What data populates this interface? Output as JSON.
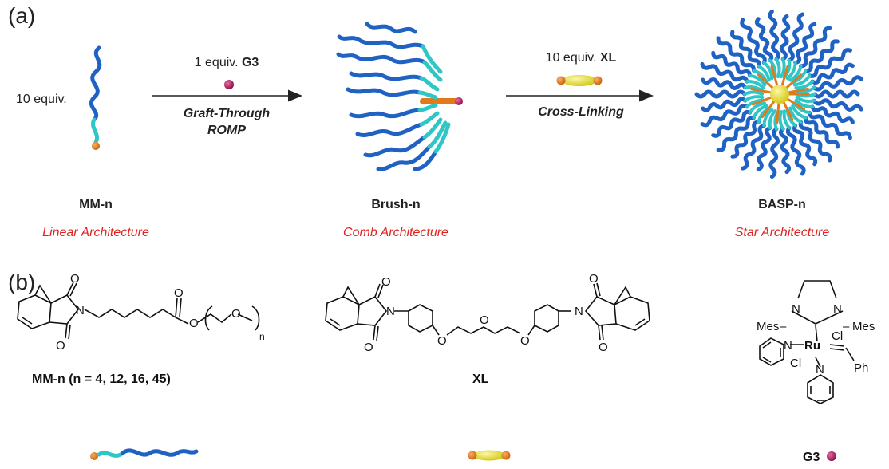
{
  "panels": {
    "a": "(a)",
    "b": "(b)"
  },
  "scheme": {
    "reagent_equiv": "10 equiv.",
    "step1_top_prefix": "1 equiv.",
    "step1_top_reagent": "G3",
    "step1_bottom_line1": "Graft-Through",
    "step1_bottom_line2": "ROMP",
    "step2_top_prefix": "10 equiv.",
    "step2_top_reagent": "XL",
    "step2_bottom": "Cross-Linking"
  },
  "species": [
    {
      "name": "MM-n",
      "architecture": "Linear Architecture"
    },
    {
      "name": "Brush-n",
      "architecture": "Comb Architecture"
    },
    {
      "name": "BASP-n",
      "architecture": "Star Architecture"
    }
  ],
  "structures": {
    "mm_label": "MM-n (n = 4, 12, 16, 45)",
    "xl_label": "XL",
    "g3_label": "G3",
    "atoms": {
      "O": "O",
      "N": "N",
      "n_sub": "n",
      "Mes": "Mes",
      "Ru": "Ru",
      "Cl": "Cl",
      "Ph": "Ph"
    }
  },
  "colors": {
    "polymer_blue": "#1f62c4",
    "polymer_cyan": "#2fc6c6",
    "anchor_orange": "#e07a1a",
    "catalyst_magenta": "#b3155a",
    "crosslinker_yellow": "#e8e22a",
    "architecture_red": "#e0231f"
  }
}
